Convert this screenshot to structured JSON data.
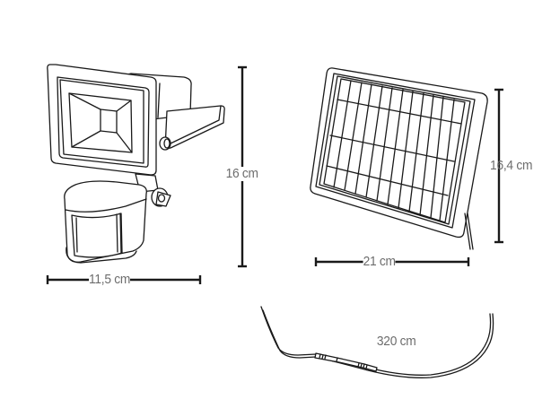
{
  "diagram": {
    "type": "product-dimension-drawing",
    "colors": {
      "line": "#1a1a1a",
      "label": "#6d6d6d",
      "background": "#ffffff"
    },
    "floodlight": {
      "name": "LED floodlight with PIR motion sensor",
      "width_label": "11,5 cm",
      "height_label": "16 cm"
    },
    "solar_panel": {
      "name": "Solar panel",
      "width_label": "21 cm",
      "height_label": "16,4 cm"
    },
    "cable": {
      "name": "Connection cable",
      "length_label": "320 cm"
    }
  }
}
